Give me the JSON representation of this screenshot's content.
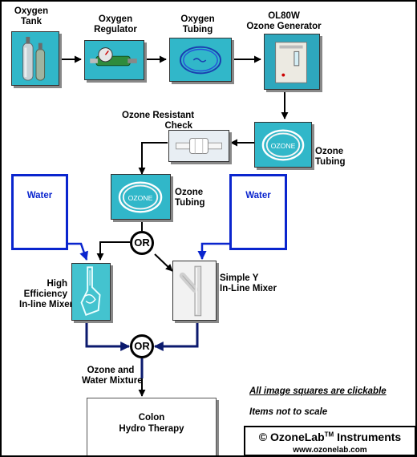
{
  "components": {
    "oxygen_tank": "Oxygen\nTank",
    "oxygen_regulator": "Oxygen\nRegulator",
    "oxygen_tubing": "Oxygen\nTubing",
    "ozone_generator": "OL80W\nOzone Generator",
    "check_valve": "Ozone Resistant\nCheck\nValve",
    "ozone_tubing_right": "Ozone\nTubing",
    "ozone_tubing_center": "Ozone\nTubing",
    "water_left": "Water",
    "water_right": "Water",
    "high_efficiency_mixer": "High\nEfficiency\nIn-line Mixer",
    "simple_y_mixer": "Simple Y\nIn-Line Mixer",
    "mixture": "Ozone and\nWater Mixture",
    "colon_therapy": "Colon\nHydro Therapy"
  },
  "or_labels": [
    "OR",
    "OR"
  ],
  "notes": {
    "clickable": "All image squares are clickable",
    "scale": "Items not to scale"
  },
  "brand": {
    "name_prefix": "© OzoneLab",
    "trademark": "TM",
    "name_suffix": " Instruments",
    "url": "www.ozonelab.com"
  },
  "colors": {
    "flow_line": "#000000",
    "water_line": "#0a25ce",
    "mixture_line": "#0b1a6e",
    "image_tile": "#31b7c9"
  }
}
